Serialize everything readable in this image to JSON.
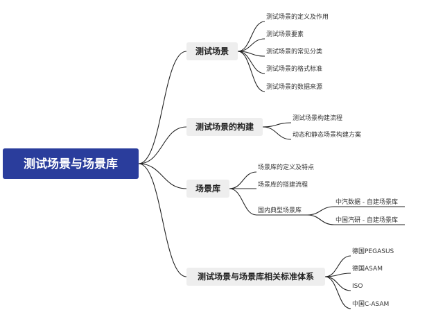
{
  "colors": {
    "root_fill": "#2a3d9c",
    "branch_fill": "#eeeeee",
    "line": "#222222"
  },
  "root": {
    "label": "测试场景与场景库"
  },
  "branches": [
    {
      "label": "测试场景",
      "children": [
        {
          "label": "测试场景的定义及作用"
        },
        {
          "label": "测试场景要素"
        },
        {
          "label": "测试场景的常见分类"
        },
        {
          "label": "测试场景的格式标准"
        },
        {
          "label": "测试场景的数据来源"
        }
      ]
    },
    {
      "label": "测试场景的构建",
      "children": [
        {
          "label": "测试场景构建流程"
        },
        {
          "label": "动态和静态场景构建方案"
        }
      ]
    },
    {
      "label": "场景库",
      "children": [
        {
          "label": "场景库的定义及特点"
        },
        {
          "label": "场景库的搭建流程"
        },
        {
          "label": "国内典型场景库",
          "children": [
            {
              "label": "中汽数据 - 自建场景库"
            },
            {
              "label": "中国汽研 - 自建场景库"
            }
          ]
        }
      ]
    },
    {
      "label": "测试场景与场景库相关标准体系",
      "children": [
        {
          "label": "德国PEGASUS"
        },
        {
          "label": "德国ASAM"
        },
        {
          "label": "ISO"
        },
        {
          "label": "中国C-ASAM"
        }
      ]
    }
  ]
}
